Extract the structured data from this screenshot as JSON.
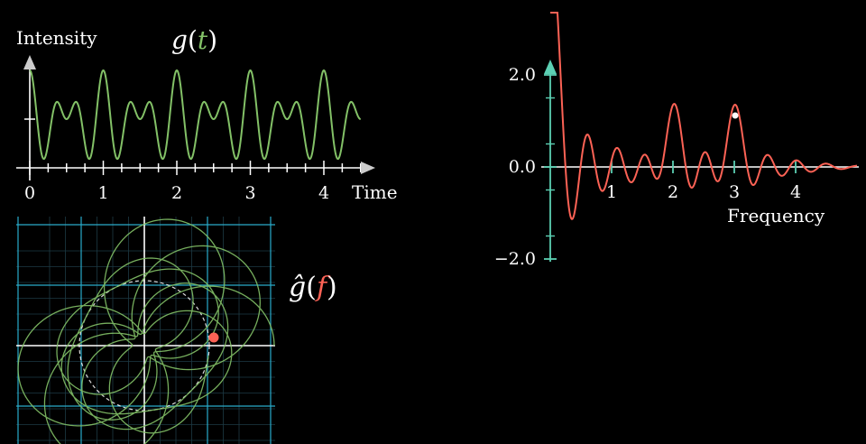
{
  "chart_data": [
    {
      "type": "line",
      "title": "g(t)",
      "xlabel": "Time",
      "ylabel": "Intensity",
      "xlim": [
        0,
        4.5
      ],
      "x_ticks": [
        0,
        1,
        2,
        3,
        4
      ],
      "tick_labels": [
        "0",
        "1",
        "2",
        "3",
        "4"
      ],
      "series": [
        {
          "components": [
            {
              "frequency": 2,
              "amplitude": 1
            },
            {
              "frequency": 3,
              "amplitude": 1
            }
          ],
          "color": "#83c167"
        }
      ]
    },
    {
      "type": "scatter",
      "title": "ĝ(f)",
      "description_color_f": "#fc6255",
      "grid": true,
      "winding_frequency": 1.55,
      "curve_color": "#83c167",
      "grid_color": "#29abca",
      "marker": {
        "color": "#fc6255"
      }
    },
    {
      "type": "line",
      "xlabel": "Frequency",
      "ylim": [
        -2.0,
        2.0
      ],
      "y_ticks": [
        2.0,
        0.0,
        -2.0
      ],
      "y_tick_labels": [
        "2.0",
        "0.0",
        "−2.0"
      ],
      "x_ticks": [
        1,
        2,
        3,
        4
      ],
      "x_tick_labels": [
        "1",
        "2",
        "3",
        "4"
      ],
      "series": [
        {
          "color": "#fc6255",
          "peaks": [
            {
              "f": 2,
              "value": 1.2
            },
            {
              "f": 3,
              "value": 1.2
            }
          ]
        }
      ],
      "marker": {
        "f": 3,
        "value": 1.15,
        "color": "#ffffff"
      },
      "axis_color": "#5cd0b3"
    }
  ],
  "labels": {
    "intensity": "Intensity",
    "g_name": "g",
    "t_var": "t",
    "time": "Time",
    "ghat_name": "ĝ",
    "f_var": "f",
    "frequency": "Frequency",
    "paren_open": "(",
    "paren_close": ")"
  }
}
